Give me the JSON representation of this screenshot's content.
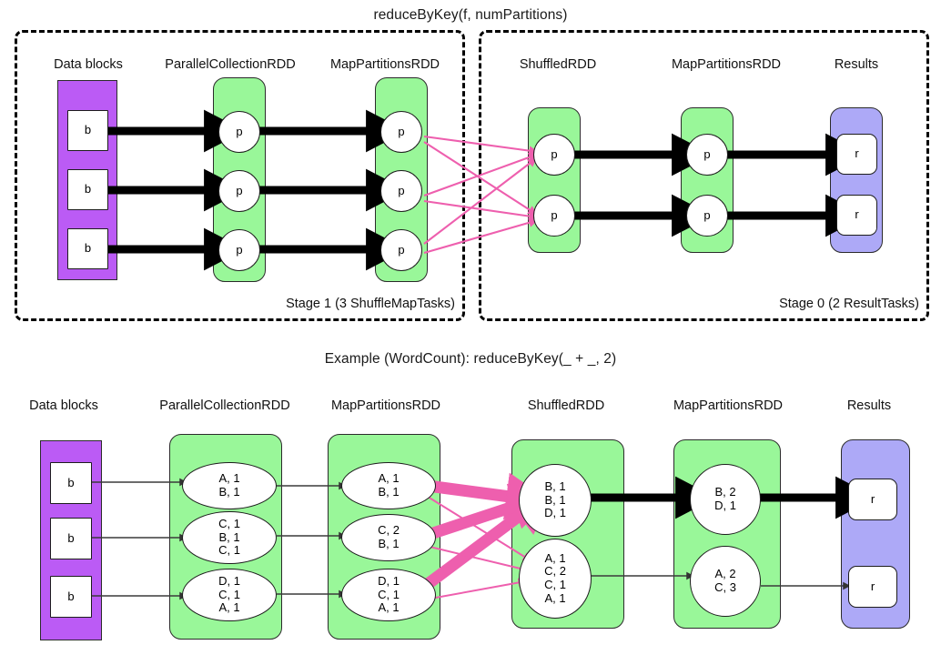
{
  "page": {
    "background": "#ffffff",
    "accent_green": "#99f799",
    "accent_purple": "#bb5bf5",
    "accent_blue": "#ada9f7",
    "accent_pink": "#f060b0",
    "arrow_black": "#000000"
  },
  "top_diagram": {
    "title": "reduceByKey(f, numPartitions)",
    "stage1": {
      "label": "Stage 1 (3 ShuffleMapTasks)",
      "columns": [
        {
          "name": "data-blocks",
          "label": "Data blocks",
          "nodes": [
            {
              "text": "b"
            },
            {
              "text": "b"
            },
            {
              "text": "b"
            }
          ]
        },
        {
          "name": "parallel-collection-rdd",
          "label": "ParallelCollectionRDD",
          "nodes": [
            {
              "text": "p"
            },
            {
              "text": "p"
            },
            {
              "text": "p"
            }
          ]
        },
        {
          "name": "map-partitions-rdd",
          "label": "MapPartitionsRDD",
          "nodes": [
            {
              "text": "p"
            },
            {
              "text": "p"
            },
            {
              "text": "p"
            }
          ]
        }
      ]
    },
    "stage0": {
      "label": "Stage 0 (2 ResultTasks)",
      "columns": [
        {
          "name": "shuffled-rdd",
          "label": "ShuffledRDD",
          "nodes": [
            {
              "text": "p"
            },
            {
              "text": "p"
            }
          ]
        },
        {
          "name": "map-partitions-rdd",
          "label": "MapPartitionsRDD",
          "nodes": [
            {
              "text": "p"
            },
            {
              "text": "p"
            }
          ]
        },
        {
          "name": "results",
          "label": "Results",
          "nodes": [
            {
              "text": "r"
            },
            {
              "text": "r"
            }
          ]
        }
      ]
    }
  },
  "bottom_diagram": {
    "title": "Example (WordCount): reduceByKey(_ + _, 2)",
    "columns": [
      {
        "name": "data-blocks",
        "label": "Data blocks",
        "nodes": [
          {
            "lines": [
              "b"
            ]
          },
          {
            "lines": [
              "b"
            ]
          },
          {
            "lines": [
              "b"
            ]
          }
        ]
      },
      {
        "name": "parallel-collection-rdd",
        "label": "ParallelCollectionRDD",
        "nodes": [
          {
            "lines": [
              "A, 1",
              "B, 1"
            ]
          },
          {
            "lines": [
              "C, 1",
              "B, 1",
              "C, 1"
            ]
          },
          {
            "lines": [
              "D, 1",
              "C, 1",
              "A, 1"
            ]
          }
        ]
      },
      {
        "name": "map-partitions-rdd",
        "label": "MapPartitionsRDD",
        "nodes": [
          {
            "lines": [
              "A, 1",
              "B, 1"
            ]
          },
          {
            "lines": [
              "C, 2",
              "B, 1"
            ]
          },
          {
            "lines": [
              "D, 1",
              "C, 1",
              "A, 1"
            ]
          }
        ]
      },
      {
        "name": "shuffled-rdd",
        "label": "ShuffledRDD",
        "nodes": [
          {
            "lines": [
              "B, 1",
              "B, 1",
              "D, 1"
            ]
          },
          {
            "lines": [
              "A, 1",
              "C, 2",
              "C, 1",
              "A, 1"
            ]
          }
        ]
      },
      {
        "name": "map-partitions-rdd-2",
        "label": "MapPartitionsRDD",
        "nodes": [
          {
            "lines": [
              "B, 2",
              "D, 1"
            ]
          },
          {
            "lines": [
              "A, 2",
              "C, 3"
            ]
          }
        ]
      },
      {
        "name": "results",
        "label": "Results",
        "nodes": [
          {
            "lines": [
              "r"
            ]
          },
          {
            "lines": [
              "r"
            ]
          }
        ]
      }
    ]
  }
}
